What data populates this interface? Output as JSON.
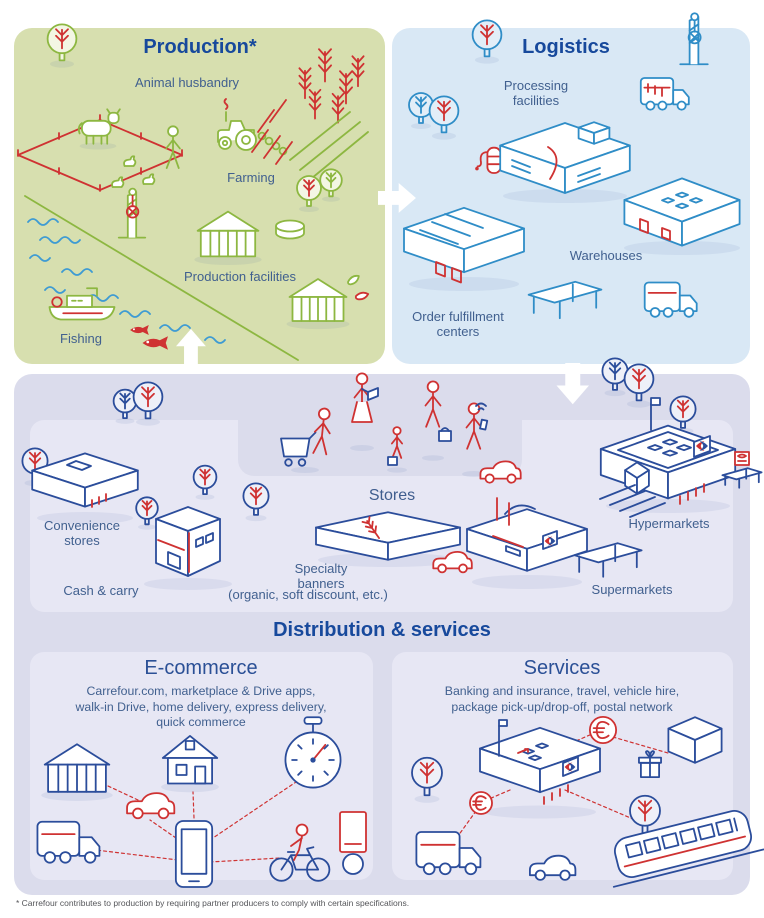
{
  "palette": {
    "production_bg": "#d7dfaf",
    "logistics_bg": "#d9e8f5",
    "distribution_bg": "#dbdcec",
    "inner_panel_bg": "#e7e7f4",
    "title_blue": "#17499c",
    "label_blue": "#41608f",
    "green_line": "#8db741",
    "logistics_line": "#2f8dc7",
    "navy_line": "#2b4d9b",
    "red": "#cf3232",
    "river_blue": "#3e9bd3",
    "footnote_gray": "#55565a"
  },
  "production": {
    "title": "Production*",
    "labels": {
      "animal_husbandry": "Animal husbandry",
      "farming": "Farming",
      "production_facilities": "Production facilities",
      "fishing": "Fishing"
    },
    "illustrations": [
      "tree",
      "cow-in-fenced-paddock",
      "chickens",
      "farmer",
      "tractor",
      "wheat-crops",
      "field-rows",
      "harbor-crane-with-net",
      "production-facility-barn",
      "storage-tank",
      "river-waves",
      "fishing-boat",
      "red-fish"
    ]
  },
  "logistics": {
    "title": "Logistics",
    "labels": {
      "processing_facilities": "Processing facilities",
      "warehouses": "Warehouses",
      "order_fulfillment": "Order fulfillment centers"
    },
    "illustrations": [
      "trees",
      "container-crane",
      "container-truck",
      "fuel-pump",
      "processing-facility-building",
      "grid-roof-warehouse",
      "sawtooth-warehouse",
      "loading-canopy",
      "delivery-truck"
    ]
  },
  "distribution": {
    "title": "Distribution & services",
    "shoppers": [
      "person-with-shopping-cart",
      "woman-with-laptop",
      "child-with-bag",
      "person-with-shopping-bag",
      "person-with-phone"
    ],
    "stores": {
      "title": "Stores",
      "labels": {
        "convenience": "Convenience stores",
        "cash_carry": "Cash & carry",
        "specialty": "Specialty banners",
        "specialty_detail": "(organic, soft discount, etc.)",
        "hypermarkets": "Hypermarkets",
        "supermarkets": "Supermarkets"
      },
      "illustrations": [
        "convenience-store",
        "cash-and-carry-store",
        "specialty-banner-store",
        "supermarket-with-carrefour-logo",
        "hypermarket-with-carrefour-logo",
        "market-stand",
        "red-cars",
        "trees"
      ]
    },
    "ecommerce": {
      "title": "E-commerce",
      "description_line1": "Carrefour.com, marketplace & Drive apps,",
      "description_line2": "walk-in Drive, home delivery, express delivery,",
      "description_line3": "quick commerce",
      "illustrations": [
        "shop-awning",
        "house",
        "red-car",
        "stopwatch",
        "delivery-truck",
        "smartphone-hub",
        "courier-bicycle",
        "red-mailbox",
        "dashed-connections"
      ]
    },
    "services": {
      "title": "Services",
      "description_line1": "Banking and insurance, travel, vehicle hire,",
      "description_line2": "package pick-up/drop-off, postal network",
      "illustrations": [
        "services-building-with-carrefour-logo",
        "euro-coins",
        "gift-parcel",
        "package-cube",
        "delivery-truck",
        "car",
        "train",
        "trees",
        "dashed-connections"
      ]
    }
  },
  "flow_arrows": [
    "production-to-logistics-right-arrow",
    "distribution-to-production-up-arrow",
    "logistics-to-distribution-down-arrow"
  ],
  "footnote": "* Carrefour contributes to production by requiring partner producers to comply with certain specifications."
}
